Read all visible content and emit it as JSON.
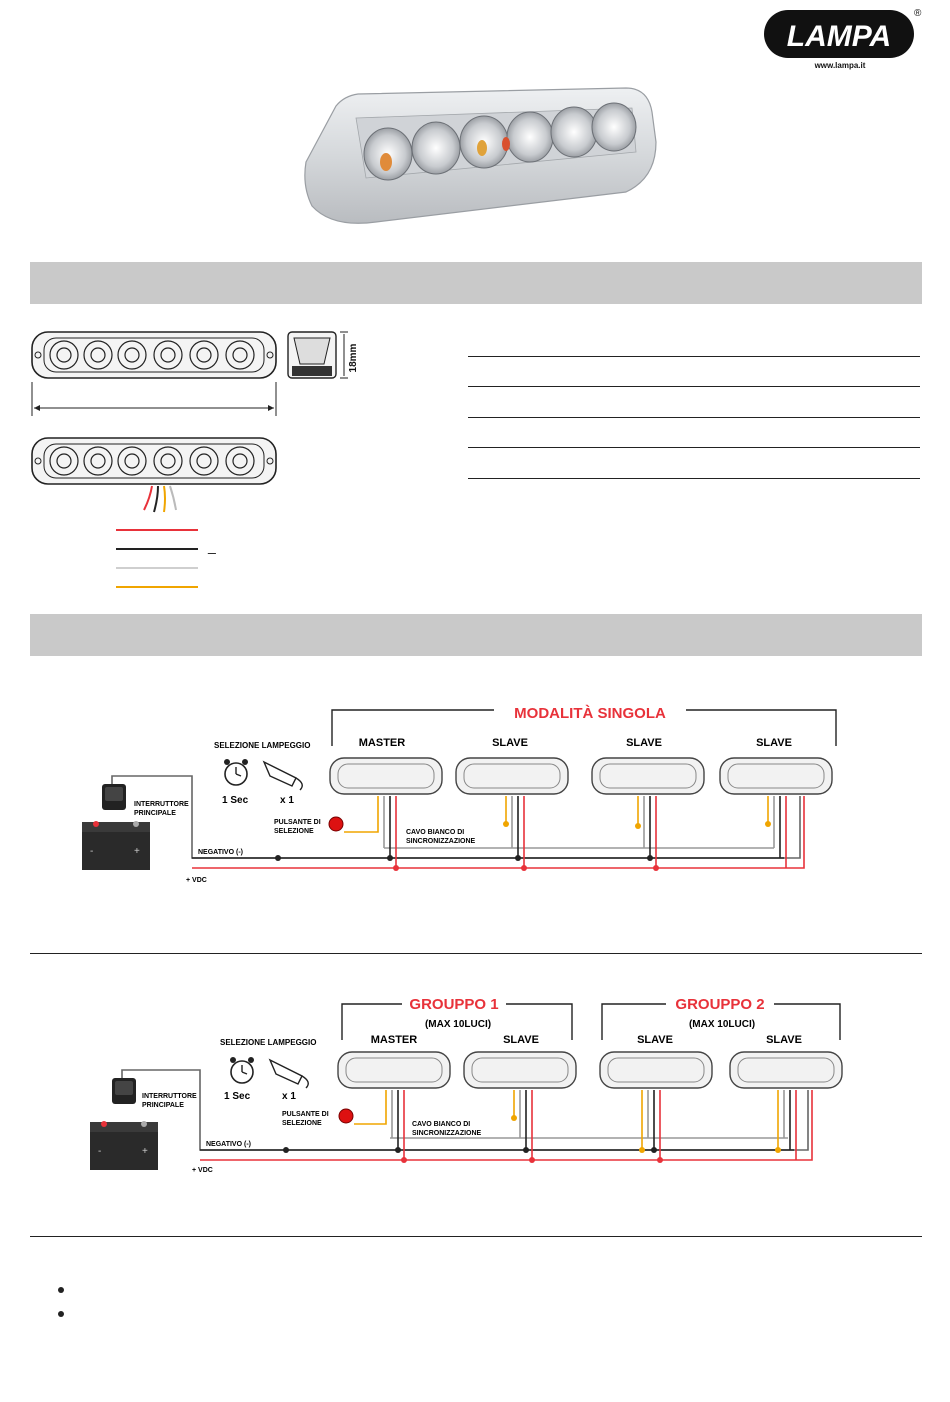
{
  "logo": {
    "brand": "LAMPA",
    "url": "www.lampa.it",
    "registered": "®"
  },
  "dimensions": {
    "height_label": "18mm"
  },
  "wiring_legend": {
    "negative_mark": "_"
  },
  "colors": {
    "section_band": "#c9c9c9",
    "wire_red": "#e8323a",
    "wire_black": "#222222",
    "wire_white": "#c8c8c8",
    "wire_yellow": "#f0a500",
    "title_red": "#e8323a"
  },
  "diagram_single": {
    "title": "MODALITÀ SINGOLA",
    "lamps": [
      "MASTER",
      "SLAVE",
      "SLAVE",
      "SLAVE"
    ],
    "flash_selection": "SELEZIONE LAMPEGGIO",
    "time": "1 Sec",
    "presses": "x 1",
    "main_switch": [
      "INTERRUTTORE",
      "PRINCIPALE"
    ],
    "select_button": [
      "PULSANTE DI",
      "SELEZIONE"
    ],
    "sync_cable": [
      "CAVO BIANCO DI",
      "SINCRONIZZAZIONE"
    ],
    "negative": "NEGATIVO (-)",
    "positive": "+ VDC"
  },
  "diagram_groups": {
    "group1_title": "GROUPPO 1",
    "group1_sub": "(MAX 10LUCI)",
    "group2_title": "GROUPPO 2",
    "group2_sub": "(MAX 10LUCI)",
    "lamps": [
      "MASTER",
      "SLAVE",
      "SLAVE",
      "SLAVE"
    ],
    "flash_selection": "SELEZIONE LAMPEGGIO",
    "time": "1 Sec",
    "presses": "x 1",
    "main_switch": [
      "INTERRUTTORE",
      "PRINCIPALE"
    ],
    "select_button": [
      "PULSANTE DI",
      "SELEZIONE"
    ],
    "sync_cable": [
      "CAVO BIANCO DI",
      "SINCRONIZZAZIONE"
    ],
    "negative": "NEGATIVO (-)",
    "positive": "+ VDC"
  }
}
